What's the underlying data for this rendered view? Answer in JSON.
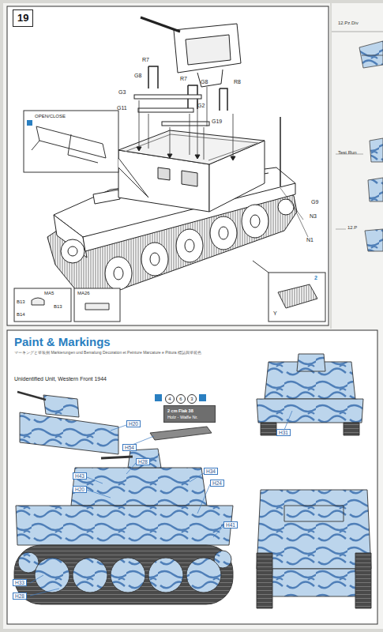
{
  "diagram": {
    "title": "Paint & Markings",
    "nodes": [
      {
        "text": [
          "19"
        ]
      },
      {
        "text": [
          "OPEN/CLOSE"
        ]
      },
      {
        "text": [
          "MA5",
          "B13",
          "B13",
          "B14"
        ]
      },
      {
        "text": [
          "MA26"
        ]
      },
      {
        "text": [
          "2",
          "Y"
        ]
      },
      {
        "text": [
          "2 cm Flak 38",
          "Holz - Waffe Nr."
        ]
      }
    ],
    "labels": [
      "R7",
      "R7",
      "G8",
      "G8",
      "R8",
      "G3",
      "G11",
      "G2",
      "G19",
      "N1",
      "N3",
      "G9",
      "12.Pz.Div",
      "Test Run",
      "12.P",
      "マーキングと塗装例  Markierungen und Bemalung  Décoration et Peinture  Marcature e Pittura  標誌與塗裝色",
      "Unidentified Unit, Western Front 1944",
      "4",
      "6",
      "3",
      "H20",
      "H54",
      "H28",
      "H43",
      "H20",
      "H34",
      "H24",
      "H41",
      "H33",
      "H28",
      "H31"
    ]
  }
}
